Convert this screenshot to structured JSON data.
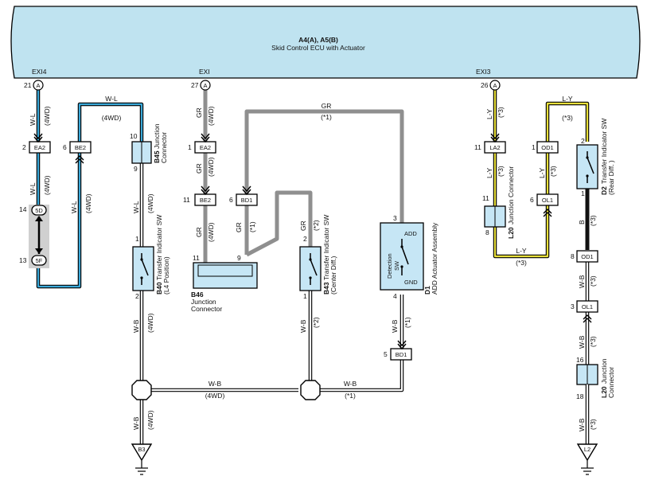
{
  "ecu": {
    "ref": "A4(A), A5(B)",
    "name": "Skid Control ECU with Actuator",
    "color": "#bfe3f0",
    "pins": [
      {
        "label": "EXI4",
        "num": "21",
        "conn": "A"
      },
      {
        "label": "EXI",
        "num": "27",
        "conn": "A"
      },
      {
        "label": "EXI3",
        "num": "26",
        "conn": "A"
      }
    ]
  },
  "wire_colors": {
    "W-L": "#3aa8d8",
    "GR": "#9a9a9a",
    "L-Y": "#e8e03a",
    "B": "#111111",
    "W-B": "#888888"
  },
  "connectors": {
    "ea2_a": {
      "pin": "2",
      "name": "EA2"
    },
    "be2_a": {
      "pin": "6",
      "name": "BE2"
    },
    "ea2_b": {
      "pin": "1",
      "name": "EA2"
    },
    "be2_b": {
      "pin": "11",
      "name": "BE2"
    },
    "bd1_a": {
      "pin": "6",
      "name": "BD1"
    },
    "bd1_b": {
      "pin": "5",
      "name": "BD1"
    },
    "la2": {
      "pin": "11",
      "name": "LA2"
    },
    "od1_a": {
      "pin": "1",
      "name": "OD1"
    },
    "ol1_a": {
      "pin": "6",
      "name": "OL1"
    },
    "od1_b": {
      "pin": "8",
      "name": "OD1"
    },
    "ol1_b": {
      "pin": "3",
      "name": "OL1"
    },
    "c5d": {
      "pin": "14",
      "name": "5D"
    },
    "c5f": {
      "pin": "13",
      "name": "5F"
    }
  },
  "components": {
    "b45": {
      "ref": "B45",
      "name": "Junction",
      "name2": "Connector",
      "pin_top": "10",
      "pin_bot": "9"
    },
    "b40": {
      "ref": "B40",
      "name": "Transfer Indicator SW",
      "sub": "(L4 Position)",
      "pin_top": "1",
      "pin_bot": "2"
    },
    "b46": {
      "ref": "B46",
      "name": "Junction",
      "name2": "Connector",
      "pin_left": "11",
      "pin_right": "9"
    },
    "b43": {
      "ref": "B43",
      "name": "Transfer Indicator SW",
      "sub": "(Center Diff.)",
      "pin_top": "2",
      "pin_bot": "1"
    },
    "d1": {
      "ref": "D1",
      "name": "ADD Actuator Assembly",
      "inner": "Detection",
      "inner2": "SW",
      "add": "ADD",
      "gnd": "GND",
      "pin_top": "3",
      "pin_bot": "4"
    },
    "l20_a": {
      "ref": "L20",
      "name": "Junction Connector",
      "pin_top": "11",
      "pin_bot": "8"
    },
    "d2": {
      "ref": "D2",
      "name": "Transfer Indicator SW",
      "sub": "(Rear Diff. )",
      "pin_top": "2",
      "pin_bot": "1"
    },
    "l20_b": {
      "ref": "L20",
      "name": "Junction",
      "name2": "Connector",
      "pin_top": "16",
      "pin_bot": "18"
    }
  },
  "grounds": {
    "b3": "B3",
    "l2": "L2"
  },
  "wire_labels": {
    "wl": "W-L",
    "gr": "GR",
    "ly": "L-Y",
    "wb": "W-B",
    "b": "B",
    "4wd": "(4WD)",
    "s1": "(*1)",
    "s2": "(*2)",
    "s3": "(*3)"
  }
}
